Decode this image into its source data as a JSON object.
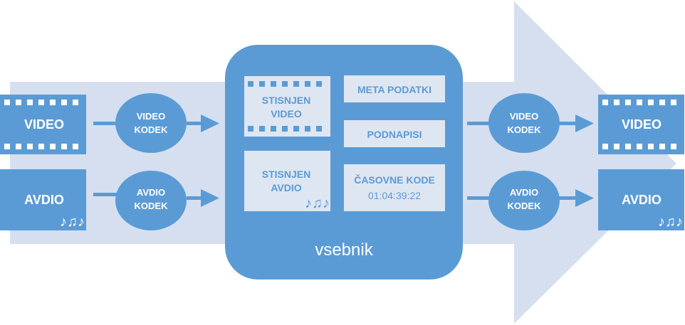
{
  "colors": {
    "background_arrow": "#d5dff0",
    "primary": "#5b9bd5",
    "panel": "#dee6f2",
    "white": "#ffffff",
    "text_on_panel": "#5b9bd5"
  },
  "input": {
    "video_label": "VIDEO",
    "audio_label": "AVDIO",
    "audio_notes": "♪♫♪"
  },
  "encode": {
    "video_codec": [
      "VIDEO",
      "KODEK"
    ],
    "audio_codec": [
      "AVDIO",
      "KODEK"
    ]
  },
  "container": {
    "label": "vsebnik",
    "compressed_video": [
      "STISNJEN",
      "VIDEO"
    ],
    "compressed_audio": [
      "STISNJEN",
      "AVDIO"
    ],
    "audio_notes": "♪♫♪",
    "metadata": "META PODATKI",
    "subtitles": "PODNAPISI",
    "timecode_title": "ČASOVNE KODE",
    "timecode_value": "01:04:39:22"
  },
  "decode": {
    "video_codec": [
      "VIDEO",
      "KODEK"
    ],
    "audio_codec": [
      "AVDIO",
      "KODEK"
    ]
  },
  "output": {
    "video_label": "VIDEO",
    "audio_label": "AVDIO",
    "audio_notes": "♪♫♪"
  }
}
